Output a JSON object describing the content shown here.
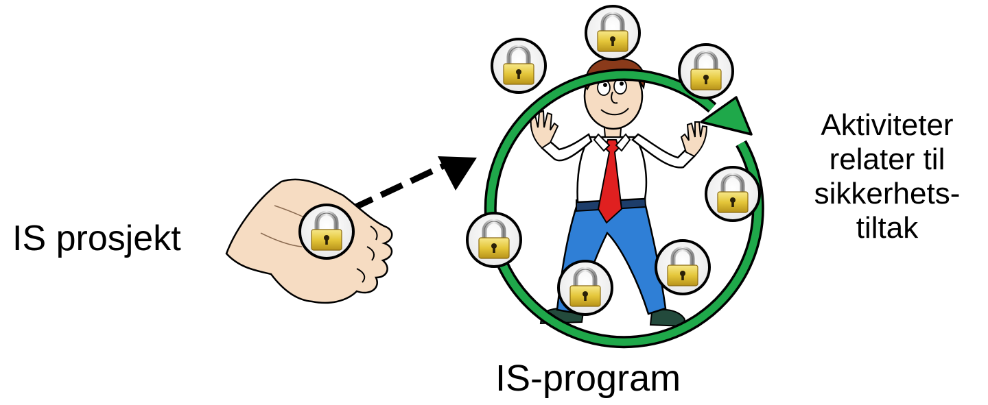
{
  "labels": {
    "project": "IS prosjekt",
    "program": "IS-program",
    "activities": [
      "Aktiviteter",
      "relater til",
      "sikkerhets-",
      "tiltak"
    ]
  },
  "colors": {
    "cycle": "#1fa84a",
    "lock_body": "#e2c43a",
    "arrow": "#000000",
    "shirt": "#ffffff",
    "tie": "#e02020",
    "pants": "#2f7fd6",
    "skin": "#f6dcc2"
  },
  "icons": {
    "lock": "padlock-icon",
    "hand": "hand-illustration",
    "person": "person-illustration"
  }
}
